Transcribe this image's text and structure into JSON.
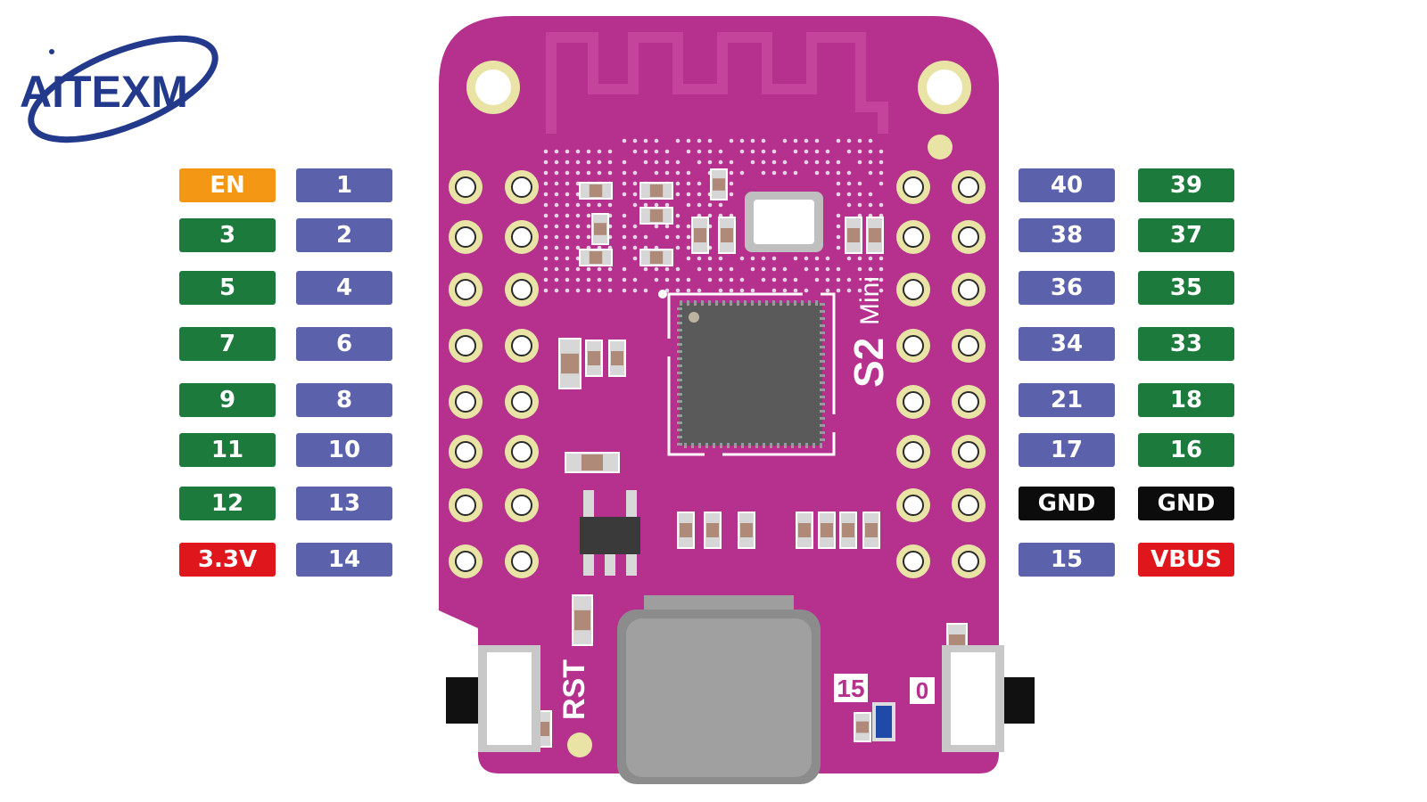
{
  "logo": {
    "text": "AITEXM"
  },
  "board": {
    "silkscreen": {
      "model": "S2",
      "variant": "Mini",
      "rst": "RST",
      "io15": "15",
      "io0": "0"
    }
  },
  "pins": {
    "left_outer": [
      {
        "label": "EN",
        "color": "#f39714"
      },
      {
        "label": "3",
        "color": "#1b7a3c"
      },
      {
        "label": "5",
        "color": "#1b7a3c"
      },
      {
        "label": "7",
        "color": "#1b7a3c"
      },
      {
        "label": "9",
        "color": "#1b7a3c"
      },
      {
        "label": "11",
        "color": "#1b7a3c"
      },
      {
        "label": "12",
        "color": "#1b7a3c"
      },
      {
        "label": "3.3V",
        "color": "#e0161d"
      }
    ],
    "left_inner": [
      {
        "label": "1",
        "color": "#5b62ab"
      },
      {
        "label": "2",
        "color": "#5b62ab"
      },
      {
        "label": "4",
        "color": "#5b62ab"
      },
      {
        "label": "6",
        "color": "#5b62ab"
      },
      {
        "label": "8",
        "color": "#5b62ab"
      },
      {
        "label": "10",
        "color": "#5b62ab"
      },
      {
        "label": "13",
        "color": "#5b62ab"
      },
      {
        "label": "14",
        "color": "#5b62ab"
      }
    ],
    "right_inner": [
      {
        "label": "40",
        "color": "#5b62ab"
      },
      {
        "label": "38",
        "color": "#5b62ab"
      },
      {
        "label": "36",
        "color": "#5b62ab"
      },
      {
        "label": "34",
        "color": "#5b62ab"
      },
      {
        "label": "21",
        "color": "#5b62ab"
      },
      {
        "label": "17",
        "color": "#5b62ab"
      },
      {
        "label": "GND",
        "color": "#0c0c0c"
      },
      {
        "label": "15",
        "color": "#5b62ab"
      }
    ],
    "right_outer": [
      {
        "label": "39",
        "color": "#1b7a3c"
      },
      {
        "label": "37",
        "color": "#1b7a3c"
      },
      {
        "label": "35",
        "color": "#1b7a3c"
      },
      {
        "label": "33",
        "color": "#1b7a3c"
      },
      {
        "label": "18",
        "color": "#1b7a3c"
      },
      {
        "label": "16",
        "color": "#1b7a3c"
      },
      {
        "label": "GND",
        "color": "#0c0c0c"
      },
      {
        "label": "VBUS",
        "color": "#e0161d"
      }
    ]
  },
  "colors": {
    "pcb": "#b5318d",
    "pcb_trace": "#c4449b",
    "pad": "#e9e4a6",
    "chip": "#5a5a5a"
  }
}
